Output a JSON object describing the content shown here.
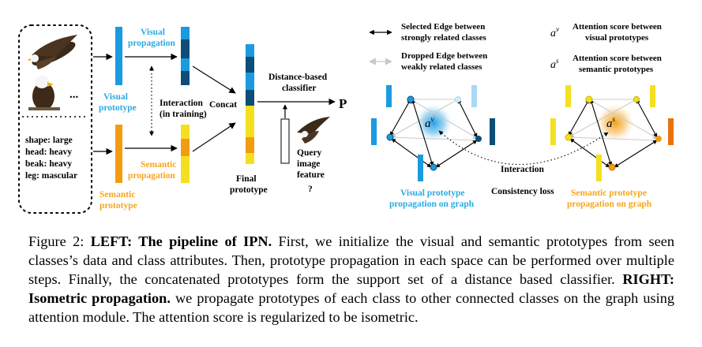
{
  "figure": {
    "left": {
      "attributes": [
        "shape: large",
        "head: heavy",
        "beak: heavy",
        "leg: mascular"
      ],
      "ellipsis": "...",
      "visual_propagation": [
        "Visual",
        "propagation"
      ],
      "visual_prototype": [
        "Visual",
        "prototype"
      ],
      "semantic_propagation": [
        "Semantic",
        "propagation"
      ],
      "semantic_prototype": [
        "Semantic",
        "prototype"
      ],
      "interaction": [
        "Interaction",
        "(in training)"
      ],
      "concat": "Concat",
      "final_prototype": [
        "Final",
        "prototype"
      ],
      "distance_classifier": [
        "Distance-based",
        "classifier"
      ],
      "output_p": "P",
      "query_feature": [
        "Query",
        "image",
        "feature"
      ],
      "query_mark": "?"
    },
    "right": {
      "legend_selected": [
        "Selected Edge between",
        "strongly related classes"
      ],
      "legend_dropped": [
        "Dropped Edge between",
        "weakly related classes"
      ],
      "legend_av_symbol": "a",
      "legend_av_sup": "v",
      "legend_av_text": [
        "Attention score between",
        "visual prototypes"
      ],
      "legend_as_symbol": "a",
      "legend_as_sup": "s",
      "legend_as_text": [
        "Attention score between",
        "semantic prototypes"
      ],
      "center_v_symbol": "a",
      "center_v_sup": "v",
      "center_s_symbol": "a",
      "center_s_sup": "s",
      "interaction": "Interaction",
      "consistency_loss": "Consistency loss",
      "visual_graph_label": [
        "Visual prototype",
        "propagation on graph"
      ],
      "semantic_graph_label": [
        "Semantic prototype",
        "propagation on graph"
      ]
    },
    "colors": {
      "visual_blue": "#1a9be0",
      "visual_dark": "#0d4d78",
      "visual_light": "#a9d8f5",
      "semantic_yellow": "#f4e020",
      "semantic_orange": "#f39c12",
      "semantic_deep": "#e8730c",
      "visual_text": "#29abe2",
      "semantic_text": "#f7a51c"
    }
  },
  "caption": {
    "prefix": "Figure 2: ",
    "bold1": "LEFT: The pipeline of IPN.",
    "text1": " First, we initialize the visual and semantic prototypes from seen classes’s data and class attributes.  Then, prototype propagation in each space can be performed over multiple steps. Finally, the concatenated prototypes form the support set of a distance based classifier. ",
    "bold2": "RIGHT: Isometric propagation.",
    "text2": " we propagate prototypes of each class to other connected classes on the graph using attention module.  The attention score is regularized to be isometric."
  }
}
